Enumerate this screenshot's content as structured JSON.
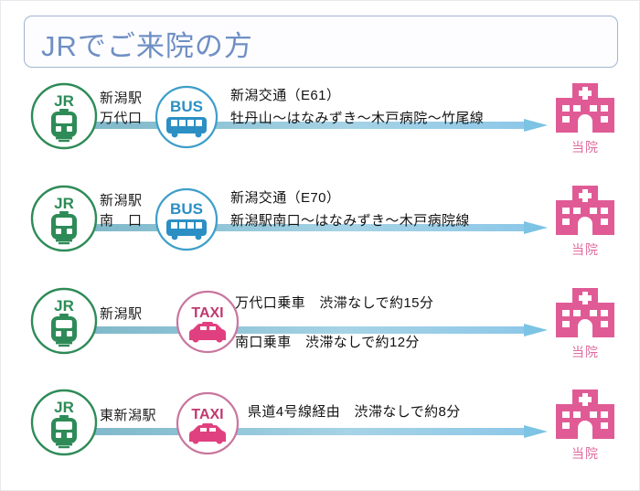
{
  "header": {
    "title": "JRでご来院の方"
  },
  "colors": {
    "title_text": "#6f8fc4",
    "title_border": "#9fb4d0",
    "jr_green": "#2e8b57",
    "bus_blue": "#2b8fc4",
    "taxi_pink": "#d6457e",
    "hospital_pink": "#e05b96",
    "arrow_blue": "#8cc2d4"
  },
  "rows": [
    {
      "transport_icon": "jr-train-icon",
      "station_lines": [
        "新潟駅",
        "万代口"
      ],
      "mode_icon": "bus-icon",
      "mode_label": "BUS",
      "desc_lines": [
        "新潟交通（E61）",
        "牡丹山〜はなみずき〜木戸病院〜竹尾線"
      ],
      "destination_icon": "hospital-icon",
      "destination_label": "当院"
    },
    {
      "transport_icon": "jr-train-icon",
      "station_lines": [
        "新潟駅",
        "南　口"
      ],
      "mode_icon": "bus-icon",
      "mode_label": "BUS",
      "desc_lines": [
        "新潟交通（E70）",
        "新潟駅南口〜はなみずき〜木戸病院線"
      ],
      "destination_icon": "hospital-icon",
      "destination_label": "当院"
    },
    {
      "transport_icon": "jr-train-icon",
      "station_lines": [
        "新潟駅"
      ],
      "mode_icon": "taxi-icon",
      "mode_label": "TAXI",
      "desc_lines": [
        "万代口乗車　渋滞なしで約15分",
        "南口乗車　渋滞なしで約12分"
      ],
      "destination_icon": "hospital-icon",
      "destination_label": "当院"
    },
    {
      "transport_icon": "jr-train-icon",
      "station_lines": [
        "東新潟駅"
      ],
      "mode_icon": "taxi-icon",
      "mode_label": "TAXI",
      "desc_lines": [
        "県道4号線経由　渋滞なしで約8分"
      ],
      "destination_icon": "hospital-icon",
      "destination_label": "当院"
    }
  ]
}
